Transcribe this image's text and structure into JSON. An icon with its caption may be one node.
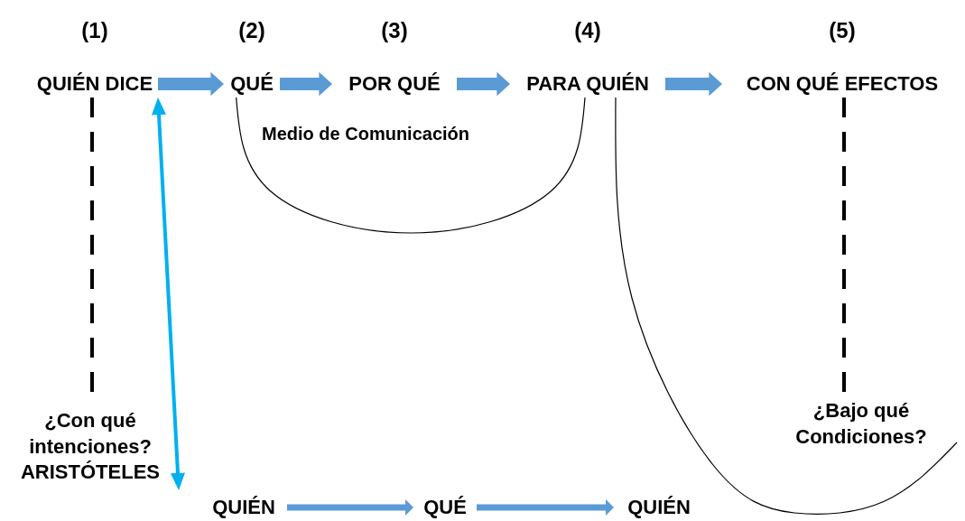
{
  "diagram": {
    "nodes": [
      {
        "text": [
          "QUIÉN DICE"
        ],
        "beside": [
          "(1)"
        ]
      },
      {
        "text": [
          "QUÉ"
        ],
        "beside": [
          "(2)"
        ]
      },
      {
        "text": [
          "POR QUÉ"
        ],
        "beside": [
          "(3)"
        ]
      },
      {
        "text": [
          "PARA QUIÉN"
        ],
        "beside": [
          "(4)"
        ]
      },
      {
        "text": [
          "CON QUÉ EFECTOS"
        ],
        "beside": [
          "(5)"
        ]
      },
      {
        "text": [
          "¿Con qué intenciones?",
          "ARISTÓTELES"
        ]
      },
      {
        "text": [
          "¿Bajo qué Condiciones?"
        ]
      },
      {
        "text": [
          "QUIÉN"
        ]
      },
      {
        "text": [
          "QUÉ"
        ]
      },
      {
        "text": [
          "QUIÉN"
        ]
      }
    ],
    "edges": [
      {
        "from": 0,
        "to": 1,
        "arrow": "to",
        "style": "thick",
        "color": "#5b9bd5"
      },
      {
        "from": 1,
        "to": 2,
        "arrow": "to",
        "style": "thick",
        "color": "#5b9bd5"
      },
      {
        "from": 2,
        "to": 3,
        "arrow": "to",
        "style": "thick",
        "color": "#5b9bd5"
      },
      {
        "from": 3,
        "to": 4,
        "arrow": "to",
        "style": "thick",
        "color": "#5b9bd5"
      },
      {
        "from": 1,
        "to": 3,
        "arrow": "none",
        "label": "Medio de Comunicación",
        "color": "#000000"
      },
      {
        "from": 0,
        "to": 5,
        "arrow": "none",
        "style": "dashed",
        "color": "#000000"
      },
      {
        "from": 0,
        "to": 5,
        "arrow": "both",
        "color": "#00b0f0"
      },
      {
        "from": 4,
        "to": 6,
        "arrow": "none",
        "style": "dashed",
        "color": "#000000"
      },
      {
        "from": 3,
        "to": 6,
        "arrow": "none",
        "color": "#000000"
      },
      {
        "from": 7,
        "to": 8,
        "arrow": "to",
        "color": "#5b9bd5"
      },
      {
        "from": 8,
        "to": 9,
        "arrow": "to",
        "color": "#5b9bd5"
      }
    ]
  }
}
